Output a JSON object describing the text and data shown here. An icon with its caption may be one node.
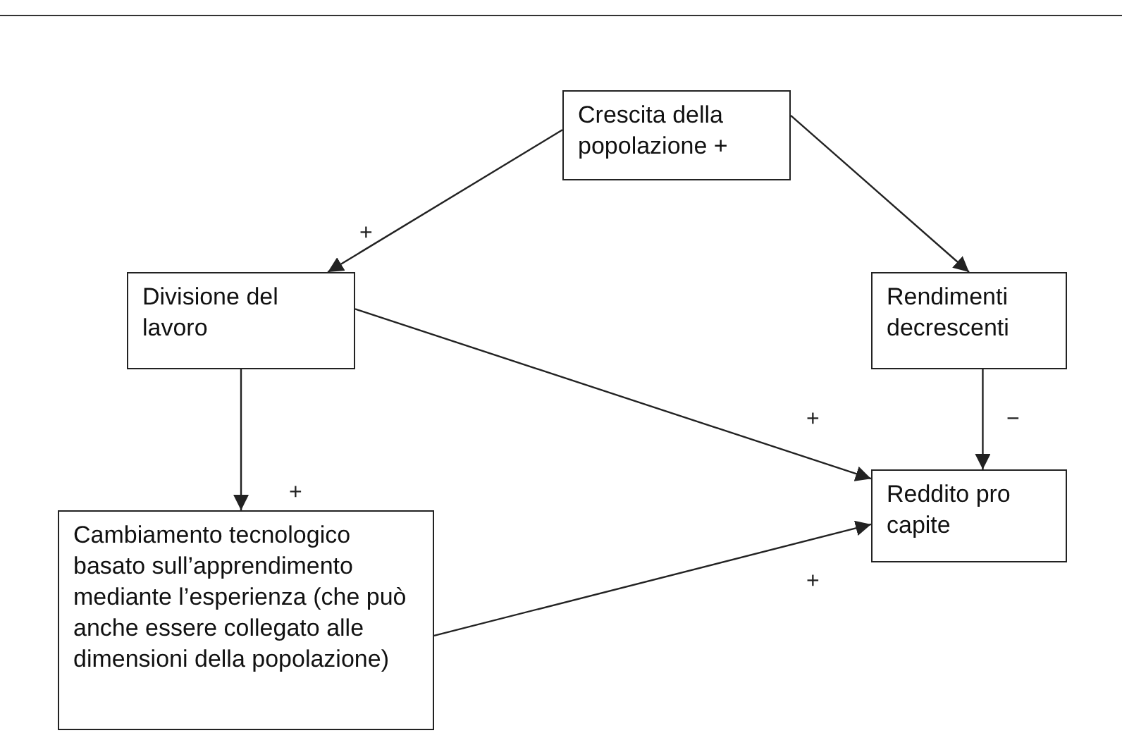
{
  "diagram": {
    "nodes": [
      {
        "text": [
          "Crescita della popolazione +"
        ]
      },
      {
        "text": [
          "Divisione del lavoro"
        ]
      },
      {
        "text": [
          "Rendimenti decrescenti"
        ]
      },
      {
        "text": [
          "Reddito pro capite"
        ]
      },
      {
        "text": [
          "Cambiamento tecnologico basato sull’apprendimento mediante l’esperienza (che può anche essere collegato alle dimensioni della popolazione)"
        ]
      }
    ],
    "edges": [
      {
        "from": 0,
        "to": 1,
        "arrow": "to",
        "label": "+"
      },
      {
        "from": 0,
        "to": 2,
        "arrow": "to"
      },
      {
        "from": 1,
        "to": 3,
        "arrow": "to",
        "label": "+"
      },
      {
        "from": 1,
        "to": 4,
        "arrow": "to",
        "label": "+"
      },
      {
        "from": 2,
        "to": 3,
        "arrow": "to",
        "label": "−"
      },
      {
        "from": 4,
        "to": 3,
        "arrow": "to",
        "label": "+"
      }
    ]
  }
}
